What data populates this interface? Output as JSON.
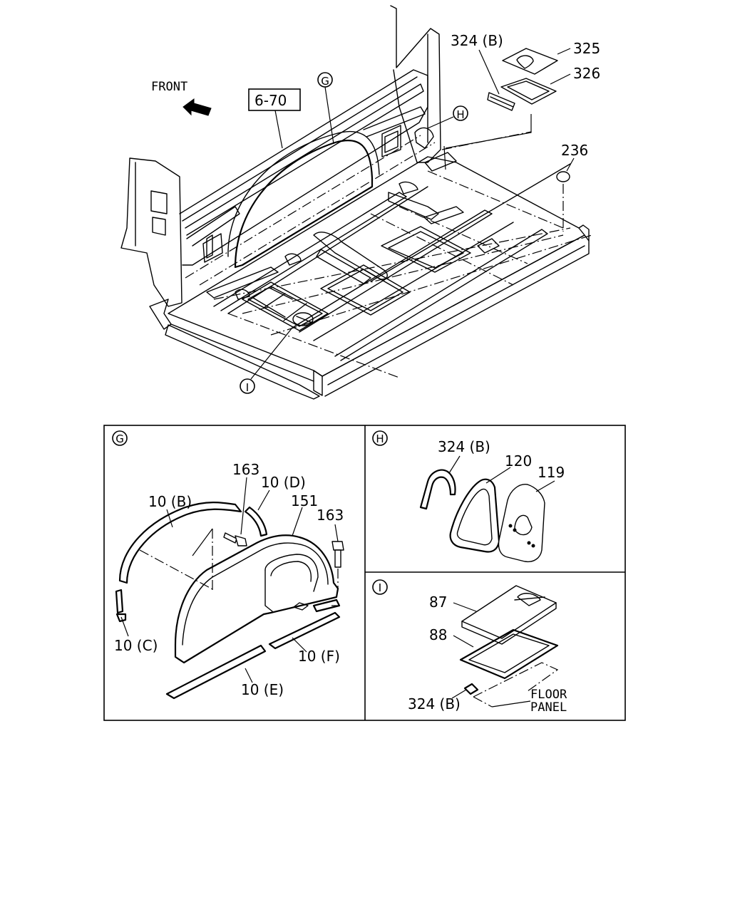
{
  "main_view": {
    "front_text": "FRONT",
    "ref_box": "6-70",
    "callouts": {
      "G": "G",
      "H": "H",
      "I": "I",
      "p324B": "324 (B)",
      "p325": "325",
      "p326": "326",
      "p236": "236"
    }
  },
  "detail_G": {
    "letter": "G",
    "labels": {
      "p163a": "163",
      "p10D": "10 (D)",
      "p10B": "10 (B)",
      "p151": "151",
      "p163b": "163",
      "p10C": "10 (C)",
      "p10F": "10 (F)",
      "p10E": "10 (E)"
    }
  },
  "detail_H": {
    "letter": "H",
    "labels": {
      "p324B": "324 (B)",
      "p120": "120",
      "p119": "119"
    }
  },
  "detail_I": {
    "letter": "I",
    "labels": {
      "p87": "87",
      "p88": "88",
      "p324B": "324 (B)",
      "floor": "FLOOR",
      "panel": "PANEL"
    }
  }
}
